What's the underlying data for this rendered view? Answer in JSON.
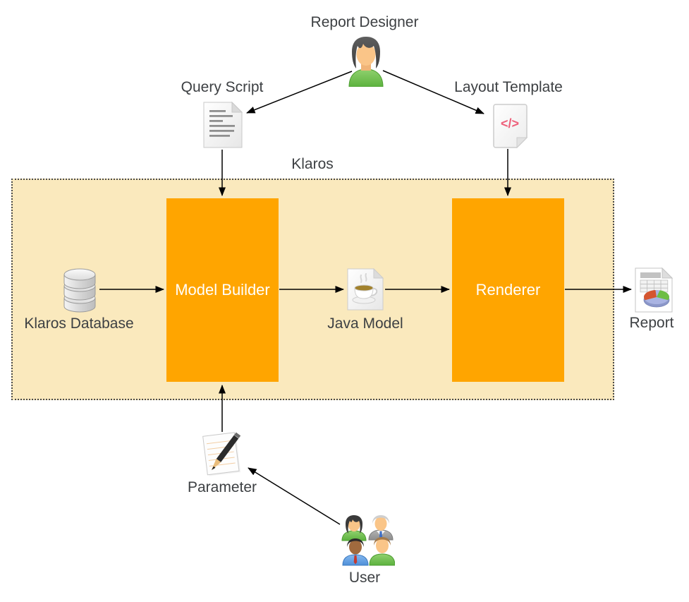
{
  "diagram": {
    "container": {
      "label": "Klaros"
    },
    "nodes": {
      "report_designer": {
        "label": "Report Designer",
        "icon": "person-woman-icon"
      },
      "query_script": {
        "label": "Query Script",
        "icon": "text-document-icon"
      },
      "layout_template": {
        "label": "Layout Template",
        "icon": "code-document-icon",
        "glyph": "</>"
      },
      "klaros_database": {
        "label": "Klaros Database",
        "icon": "database-icon"
      },
      "model_builder": {
        "label": "Model Builder",
        "type": "process"
      },
      "java_model": {
        "label": "Java Model",
        "icon": "coffee-cup-document-icon"
      },
      "renderer": {
        "label": "Renderer",
        "type": "process"
      },
      "report": {
        "label": "Report",
        "icon": "pie-chart-document-icon"
      },
      "parameter": {
        "label": "Parameter",
        "icon": "notepad-pencil-icon"
      },
      "user": {
        "label": "User",
        "icon": "user-group-icon"
      }
    },
    "edges": [
      {
        "from": "report_designer",
        "to": "query_script"
      },
      {
        "from": "report_designer",
        "to": "layout_template"
      },
      {
        "from": "query_script",
        "to": "model_builder"
      },
      {
        "from": "layout_template",
        "to": "renderer"
      },
      {
        "from": "klaros_database",
        "to": "model_builder"
      },
      {
        "from": "model_builder",
        "to": "java_model"
      },
      {
        "from": "java_model",
        "to": "renderer"
      },
      {
        "from": "renderer",
        "to": "report"
      },
      {
        "from": "parameter",
        "to": "model_builder"
      },
      {
        "from": "user",
        "to": "parameter"
      }
    ],
    "colors": {
      "process_fill": "#ffa500",
      "process_text": "#ffffff",
      "container_fill": "#fae9bd",
      "container_border": "#4a4a4a",
      "label_text": "#3d4043",
      "arrow": "#000000",
      "code_accent": "#ee5f7a",
      "pie_red": "#d5552f",
      "pie_green": "#6dbe45",
      "pie_lavender": "#a9b3e2"
    }
  }
}
